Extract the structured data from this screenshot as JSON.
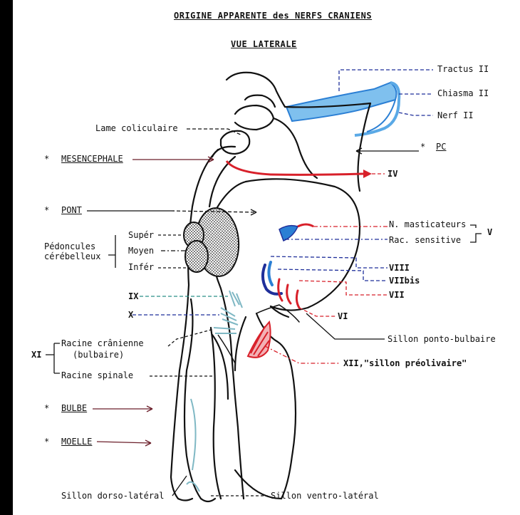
{
  "title": "ORIGINE  APPARENTE des NERFS CRANIENS",
  "subtitle": "VUE  LATERALE",
  "labels": {
    "tractus": "Tractus II",
    "chiasma": "Chiasma II",
    "nerf2": "Nerf II",
    "lame": "Lame coliculaire",
    "pc_star": "*",
    "pc": "PC",
    "mes_star": "*",
    "mesencephale": "MESENCEPHALE",
    "iv": "IV",
    "pont_star": "*",
    "pont": "PONT",
    "masticateurs": "N. masticateurs",
    "rac_sensitive": "Rac. sensitive",
    "v": "V",
    "peduncles_1": "Pédoncules",
    "peduncles_2": "cérébelleux",
    "super": "Supér",
    "moyen": "Moyen",
    "infer": "Infér",
    "viii": "VIII",
    "viibis": "VIIbis",
    "vii": "VII",
    "vi": "VI",
    "ix": "IX",
    "x": "X",
    "sillon_pb": "Sillon ponto-bulbaire",
    "racine_cranienne": "Racine crânienne",
    "bulbaire": "(bulbaire)",
    "xi": "XI",
    "racine_spinale": "Racine spinale",
    "xii": "XII,\"sillon préolivaire\"",
    "bulbe_star": "*",
    "bulbe": "BULBE",
    "moelle_star": "*",
    "moelle": "MOELLE",
    "sillon_dl": "Sillon dorso-latéral",
    "sillon_vl": "Sillon ventro-latéral"
  },
  "colors": {
    "blue": "#2b7fd4",
    "lightblue": "#5aa9e6",
    "red": "#d8202a",
    "navy": "#1f2f9a",
    "maroon": "#6b1f2a",
    "teal": "#7fb8c4",
    "ink": "#111111"
  }
}
